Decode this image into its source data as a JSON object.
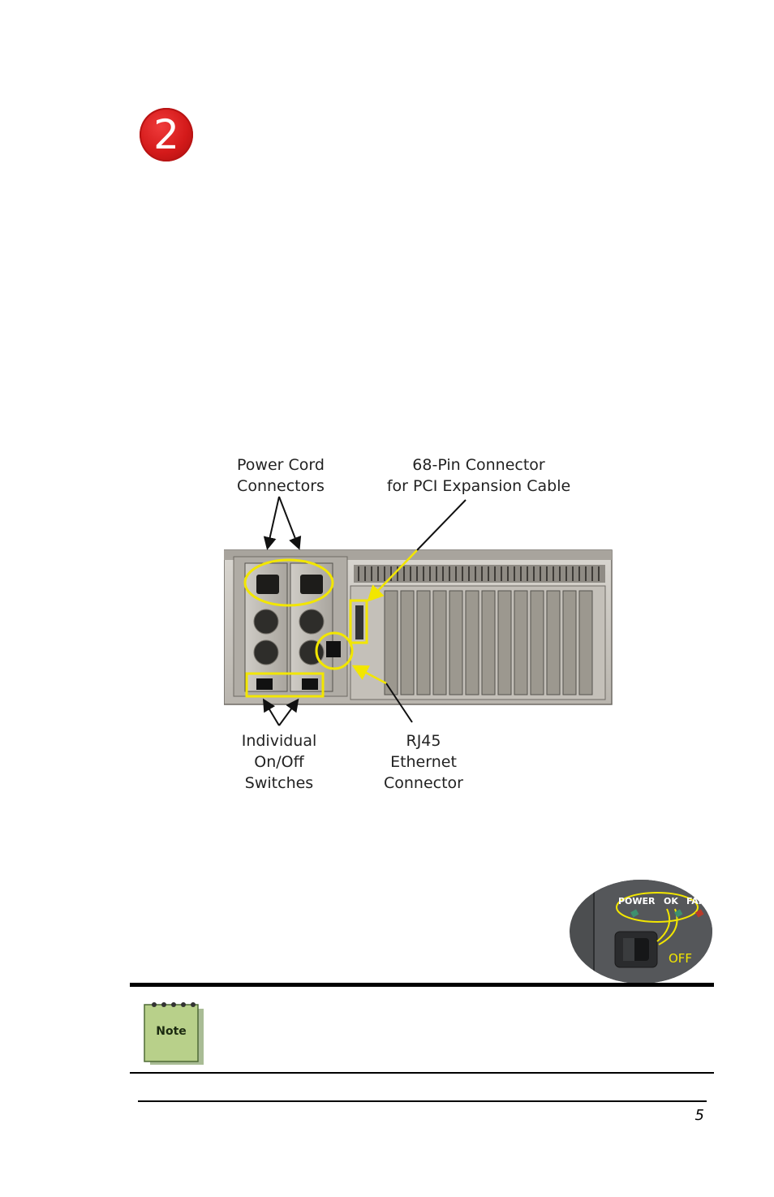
{
  "step": {
    "number": "2"
  },
  "figure": {
    "labels": {
      "power_cord": [
        "Power Cord",
        "Connectors"
      ],
      "pin_connector": [
        "68-Pin Connector",
        "for PCI Expansion Cable"
      ],
      "switches": [
        "Individual",
        "On/Off",
        "Switches"
      ],
      "rj45": [
        "RJ45",
        "Ethernet",
        "Connector"
      ]
    },
    "highlight_color": "#f2e600"
  },
  "inset": {
    "power": "POWER",
    "ok": "OK",
    "fan": "FAN",
    "off": "OFF"
  },
  "note": {
    "icon_label": "Note"
  },
  "footer": {
    "page_number": "5"
  }
}
